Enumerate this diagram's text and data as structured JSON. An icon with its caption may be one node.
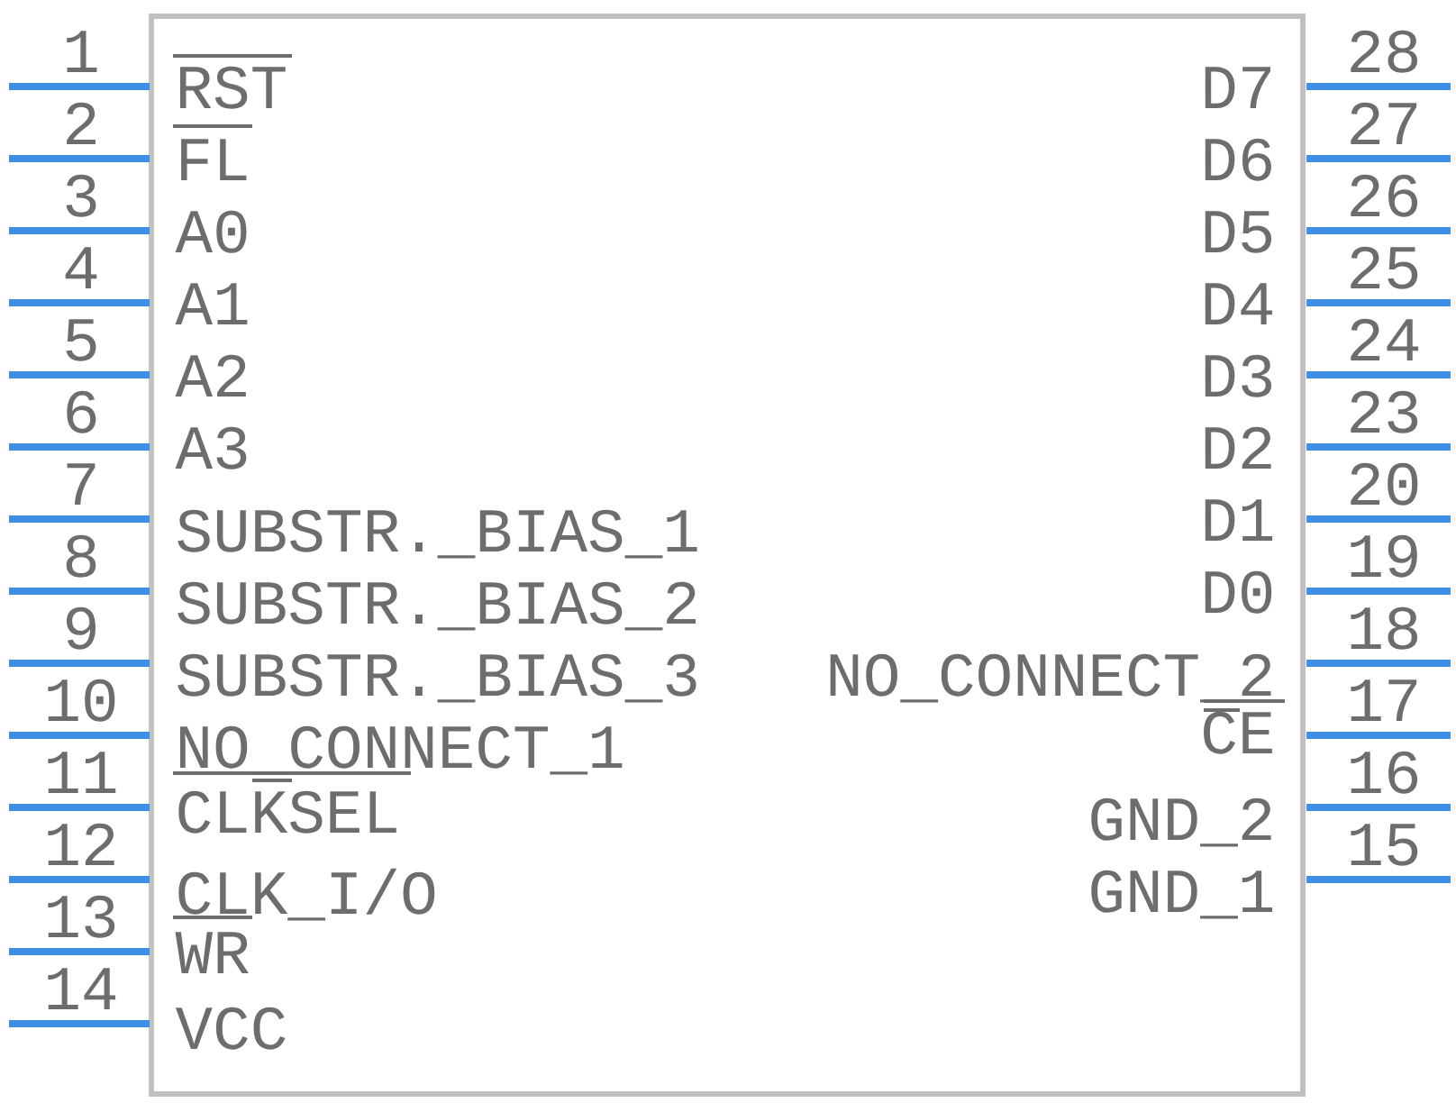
{
  "diagram": {
    "nodes": [
      {
        "text": [],
        "shape": "box"
      }
    ],
    "labels": [
      "1",
      "RST",
      "2",
      "FL",
      "3",
      "A0",
      "4",
      "A1",
      "5",
      "A2",
      "6",
      "A3",
      "7",
      "SUBSTR._BIAS_1",
      "8",
      "SUBSTR._BIAS_2",
      "9",
      "SUBSTR._BIAS_3",
      "10",
      "NO_CONNECT_1",
      "11",
      "CLKSEL",
      "12",
      "CLK_I/O",
      "13",
      "WR",
      "14",
      "VCC",
      "28",
      "D7",
      "27",
      "D6",
      "26",
      "D5",
      "25",
      "D4",
      "24",
      "D3",
      "23",
      "D2",
      "20",
      "D1",
      "19",
      "D0",
      "18",
      "NO_CONNECT_2",
      "17",
      "CE",
      "16",
      "GND_2",
      "15",
      "GND_1"
    ]
  }
}
